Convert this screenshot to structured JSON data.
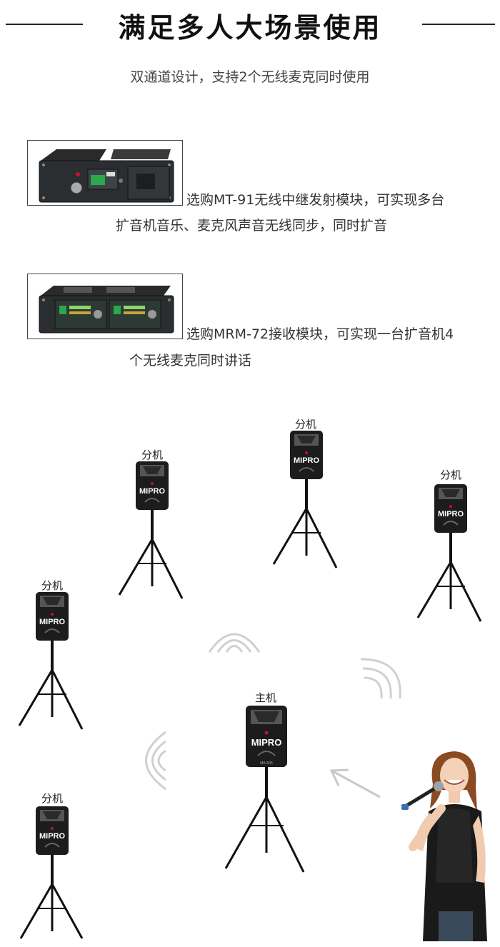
{
  "header": {
    "title": "满足多人大场景使用",
    "subtitle": "双通道设计，支持2个无线麦克同时使用"
  },
  "modules": [
    {
      "line1": "选购MT-91无线中继发射模块，可实现多台",
      "line2": "扩音机音乐、麦克风声音无线同步，同时扩音"
    },
    {
      "line1": "选购MRM-72接收模块，可实现一台扩音机4",
      "line2": "个无线麦克同时讲话"
    }
  ],
  "speakers": {
    "brand": "MIPRO",
    "model": "MA-505",
    "main_label": "主机",
    "sub_label": "分机"
  },
  "colors": {
    "rule": "#222222",
    "speaker_body": "#1c1c1c",
    "brand_red": "#c8102e",
    "wave": "#cfcfcf"
  }
}
